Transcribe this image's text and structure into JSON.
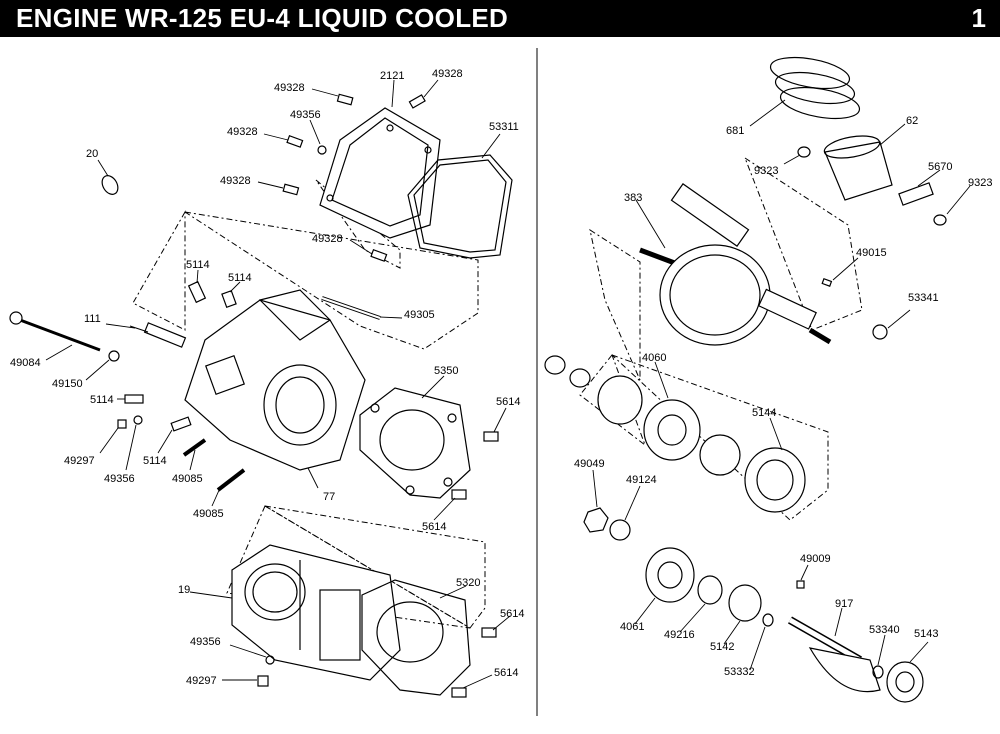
{
  "header": {
    "title": "ENGINE WR-125 EU-4 LIQUID COOLED",
    "page": "1"
  },
  "labels": {
    "l2121": "2121",
    "l49328a": "49328",
    "l49328b": "49328",
    "l49356a": "49356",
    "l49328c": "49328",
    "l53311": "53311",
    "l20": "20",
    "l49328d": "49328",
    "l49328e": "49328",
    "l5114a": "5114",
    "l5114b": "5114",
    "l49305": "49305",
    "l111": "111",
    "l49084": "49084",
    "l49150": "49150",
    "l5114c": "5114",
    "l49297a": "49297",
    "l49356b": "49356",
    "l5114d": "5114",
    "l49085a": "49085",
    "l49085b": "49085",
    "l77": "77",
    "l5350": "5350",
    "l5614a": "5614",
    "l5614b": "5614",
    "l19": "19",
    "l5320": "5320",
    "l5614c": "5614",
    "l49356c": "49356",
    "l49297b": "49297",
    "l5614d": "5614",
    "l681": "681",
    "l62": "62",
    "l9323a": "9323",
    "l5670": "5670",
    "l9323b": "9323",
    "l383": "383",
    "l49015": "49015",
    "l53341": "53341",
    "l4060": "4060",
    "l5144": "5144",
    "l49049": "49049",
    "l49124": "49124",
    "l49009": "49009",
    "l917": "917",
    "l53340": "53340",
    "l5143": "5143",
    "l4061": "4061",
    "l49216": "49216",
    "l5142": "5142",
    "l53332": "53332"
  }
}
